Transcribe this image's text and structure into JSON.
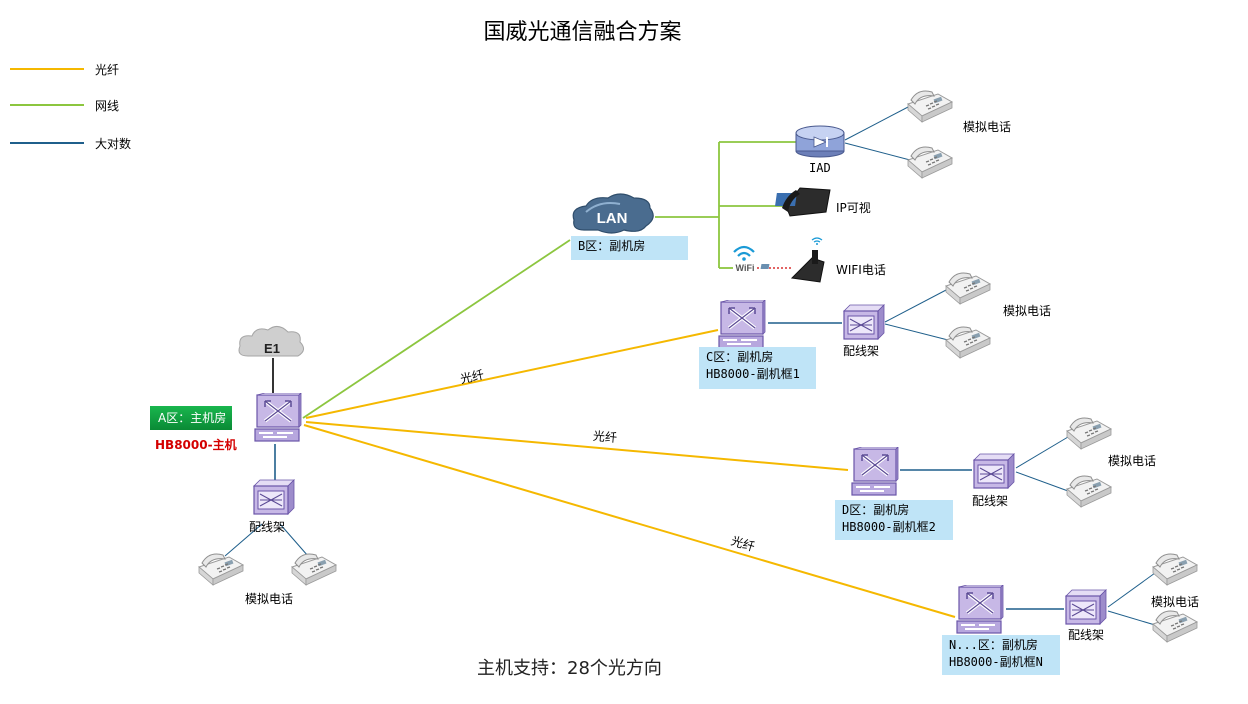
{
  "title": "国威光通信融合方案",
  "footer": "主机支持：28个光方向",
  "legend": {
    "fiber": {
      "label": "光纤",
      "color": "#f5b800"
    },
    "network": {
      "label": "网线",
      "color": "#8cc63f"
    },
    "trunk": {
      "label": "大对数",
      "color": "#1f5f8b"
    }
  },
  "cloud_e1": "E1",
  "lan": "LAN",
  "zones": {
    "a": {
      "name": "A区：主机房",
      "device": "HB8000-主机"
    },
    "b": {
      "name": "B区：副机房"
    },
    "c": {
      "name": "C区：副机房",
      "device": "HB8000-副机框1"
    },
    "d": {
      "name": "D区：副机房",
      "device": "HB8000-副机框2"
    },
    "n": {
      "name": "N...区：副机房",
      "device": "HB8000-副机框N"
    }
  },
  "labels": {
    "fiber": "光纤",
    "distribution_frame": "配线架",
    "analog_phone": "模拟电话",
    "iad": "IAD",
    "ip_video": "IP可视",
    "wifi_phone": "WIFI电话",
    "wifi_badge": "WiFi"
  },
  "colors": {
    "fiber": "#f5b800",
    "network": "#8cc63f",
    "trunk": "#1f5f8b",
    "zone_box": "#bfe4f7",
    "zone_a": "#119c40",
    "host_label": "#d40000"
  }
}
